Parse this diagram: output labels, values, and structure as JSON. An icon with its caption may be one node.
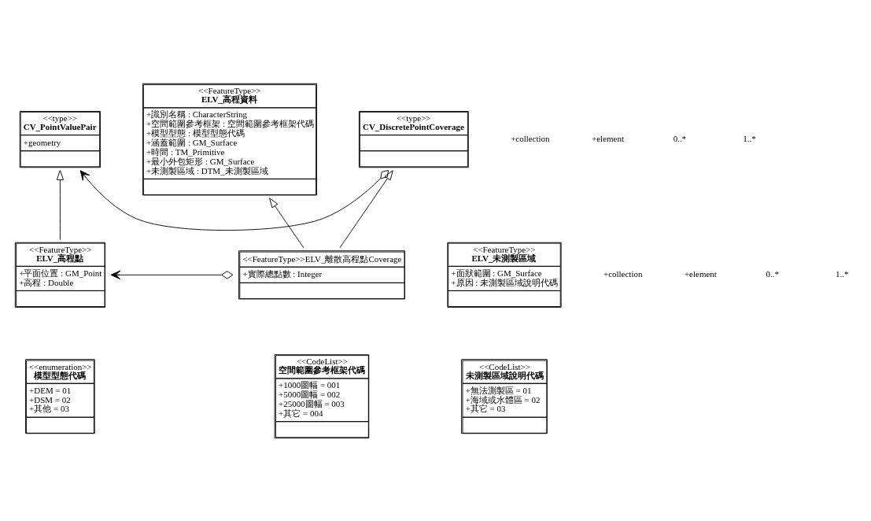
{
  "diagram": {
    "nodes": [
      {
        "text": [
          "<<FeatureType>>",
          "ELV_高程資料",
          "+識別名稱 : CharacterString",
          "+空間範圍參考框架 : 空間範圍參考框架代碼",
          "+模型型態 : 模型型態代碼",
          "+涵蓋範圍 : GM_Surface",
          "+時間 : TM_Primitive",
          "+最小外包矩形 : GM_Surface",
          "+未測製區域 : DTM_未測製區域"
        ]
      },
      {
        "text": [
          "<<type>>",
          "CV_DiscretePointCoverage"
        ]
      },
      {
        "text": [
          "<<type>>",
          "CV_PointValuePair",
          "+geometry"
        ]
      },
      {
        "text": [
          "<<FeatureType>>",
          "ELV_未測製區域",
          "+面狀範圍 : GM_Surface",
          "+原因 : 未測製區域說明代碼"
        ]
      },
      {
        "text": [
          "<<FeatureType>>ELV_離散高程點Coverage",
          "+實際總點數 : Integer"
        ]
      },
      {
        "text": [
          "<<FeatureType>>",
          "ELV_高程點",
          "+平面位置 : GM_Point",
          "+高程 : Double"
        ]
      },
      {
        "text": [
          "<<CodeList>>",
          "未測製區域說明代碼",
          "+無法測製區 = 01",
          "+海域或水體區 = 02",
          "+其它 = 03"
        ]
      },
      {
        "text": [
          "<<CodeList>>",
          "空間範圍參考框架代碼",
          "+1000圖幅 = 001",
          "+5000圖幅 = 002",
          "+25000圖幅 = 003",
          "+其它 = 004"
        ]
      },
      {
        "text": [
          "<<enumeration>>",
          "模型型態代碼",
          "+DEM = 01",
          "+DSM = 02",
          "+其他 = 03"
        ]
      }
    ],
    "edges": [
      {
        "from": 4,
        "to": 0,
        "arrow": "to"
      },
      {
        "from": 1,
        "to": 2,
        "arrow": "to"
      },
      {
        "from": 4,
        "to": 1,
        "arrow": "to"
      },
      {
        "from": 5,
        "to": 2,
        "arrow": "to"
      },
      {
        "from": 4,
        "to": 5,
        "arrow": "to"
      }
    ],
    "labels": [
      "+collection",
      "+element",
      "0..*",
      "1..*",
      "+collection",
      "+element",
      "0..*",
      "1..*"
    ]
  }
}
